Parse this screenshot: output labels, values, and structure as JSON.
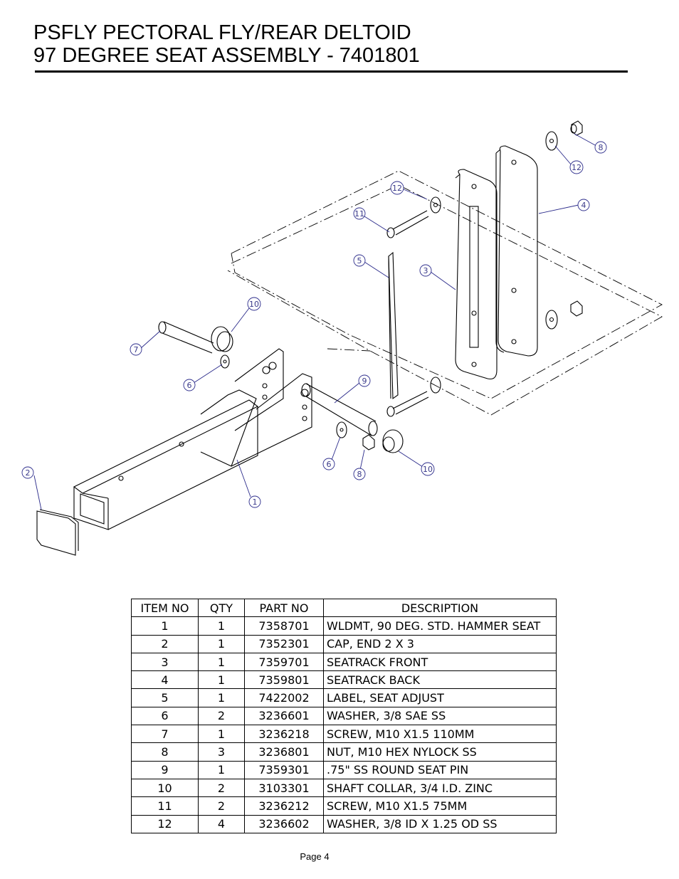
{
  "title": {
    "line1": "PSFLY PECTORAL FLY/REAR DELTOID",
    "line2": "97 DEGREE SEAT ASSEMBLY - 7401801"
  },
  "table": {
    "headers": [
      "ITEM NO",
      "QTY",
      "PART NO",
      "DESCRIPTION"
    ],
    "rows": [
      {
        "item": "1",
        "qty": "1",
        "part": "7358701",
        "desc": "WLDMT, 90 DEG. STD. HAMMER SEAT"
      },
      {
        "item": "2",
        "qty": "1",
        "part": "7352301",
        "desc": "CAP, END 2 X 3"
      },
      {
        "item": "3",
        "qty": "1",
        "part": "7359701",
        "desc": "SEATRACK FRONT"
      },
      {
        "item": "4",
        "qty": "1",
        "part": "7359801",
        "desc": "SEATRACK BACK"
      },
      {
        "item": "5",
        "qty": "1",
        "part": "7422002",
        "desc": "LABEL, SEAT ADJUST"
      },
      {
        "item": "6",
        "qty": "2",
        "part": "3236601",
        "desc": "WASHER, 3/8 SAE SS"
      },
      {
        "item": "7",
        "qty": "1",
        "part": "3236218",
        "desc": "SCREW, M10 X1.5 110MM"
      },
      {
        "item": "8",
        "qty": "3",
        "part": "3236801",
        "desc": "NUT, M10 HEX  NYLOCK SS"
      },
      {
        "item": "9",
        "qty": "1",
        "part": "7359301",
        "desc": ".75\" SS ROUND SEAT PIN"
      },
      {
        "item": "10",
        "qty": "2",
        "part": "3103301",
        "desc": "SHAFT COLLAR, 3/4 I.D. ZINC"
      },
      {
        "item": "11",
        "qty": "2",
        "part": "3236212",
        "desc": "SCREW, M10 X1.5 75MM"
      },
      {
        "item": "12",
        "qty": "4",
        "part": "3236602",
        "desc": "WASHER, 3/8 ID X 1.25 OD SS"
      }
    ]
  },
  "callouts": [
    "8",
    "12",
    "4",
    "12",
    "11",
    "5",
    "3",
    "10",
    "7",
    "6",
    "9",
    "2",
    "1",
    "6",
    "8",
    "10"
  ],
  "footer": "Page 4"
}
